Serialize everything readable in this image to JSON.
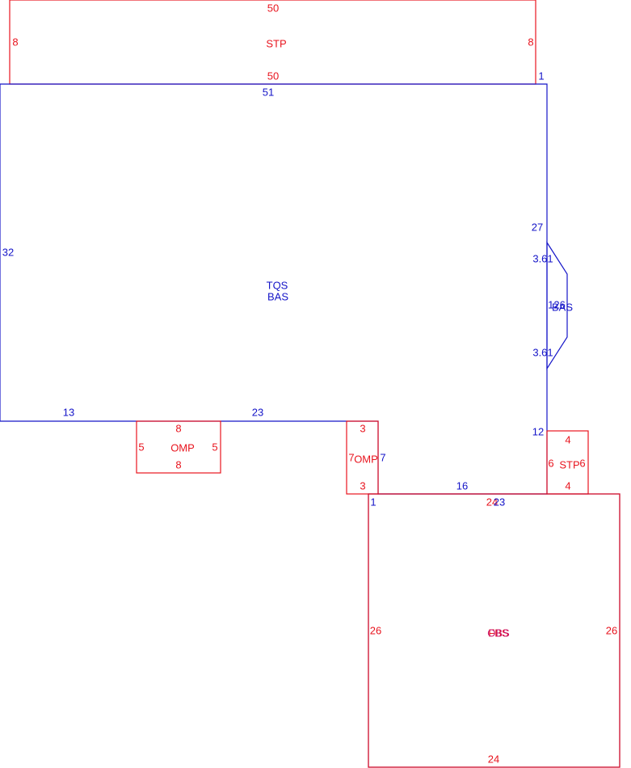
{
  "colors": {
    "red": "#e8141e",
    "blue": "#1414c8",
    "overlap": "#c8146e"
  },
  "sketch": {
    "stp_top": {
      "code": "STP",
      "top": "50",
      "bottom": "50",
      "left": "8",
      "right": "8"
    },
    "main": {
      "code_1": "TQS",
      "code_2": "BAS",
      "top": "51",
      "left": "32",
      "right_upper": "27",
      "right_lower": "12",
      "right_top_corner": "1",
      "bottom_left": "13",
      "bottom_mid": "23",
      "notch_side": "7",
      "notch_bottom": "1",
      "bottom_right": "16"
    },
    "bay": {
      "code": "BAS",
      "depth": "126",
      "upper_angle": "3.61",
      "lower_angle": "3.61"
    },
    "omp_left": {
      "code": "OMP",
      "top": "8",
      "bottom": "8",
      "left": "5",
      "right": "5"
    },
    "omp_right": {
      "code": "OMP",
      "top": "3",
      "bottom": "3",
      "left": "7"
    },
    "stp_small": {
      "code": "STP",
      "top": "4",
      "bottom": "4",
      "left": "6",
      "right": "6"
    },
    "lower_block": {
      "code_a": "FBS",
      "code_b": "OBS",
      "top_red": "24",
      "top_blue": "23",
      "left": "26",
      "right": "26",
      "bottom": "24"
    }
  }
}
